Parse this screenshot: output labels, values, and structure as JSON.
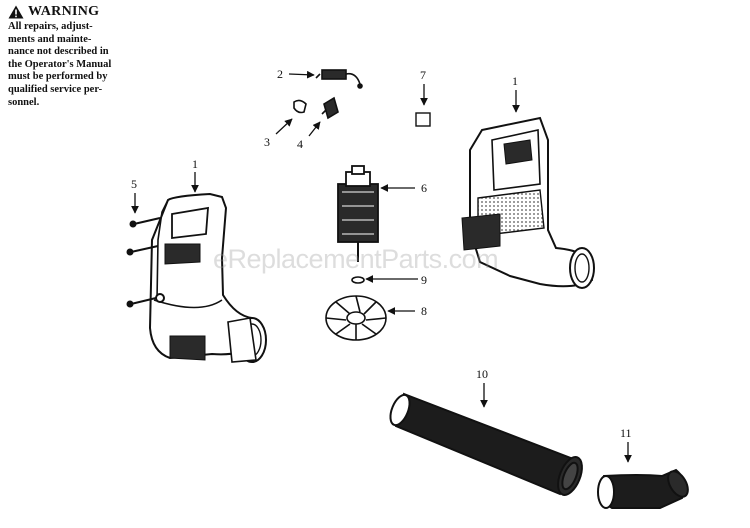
{
  "warning": {
    "title": "WARNING",
    "lines": [
      "All repairs, adjust-",
      "ments and mainte-",
      "nance not described in",
      "the Operator's Manual",
      "must be performed by",
      "qualified service per-",
      "sonnel."
    ]
  },
  "callouts": [
    "1",
    "2",
    "3",
    "4",
    "5",
    "6",
    "7",
    "8",
    "9",
    "10",
    "11",
    "1"
  ],
  "watermark": "eReplacementParts.com"
}
